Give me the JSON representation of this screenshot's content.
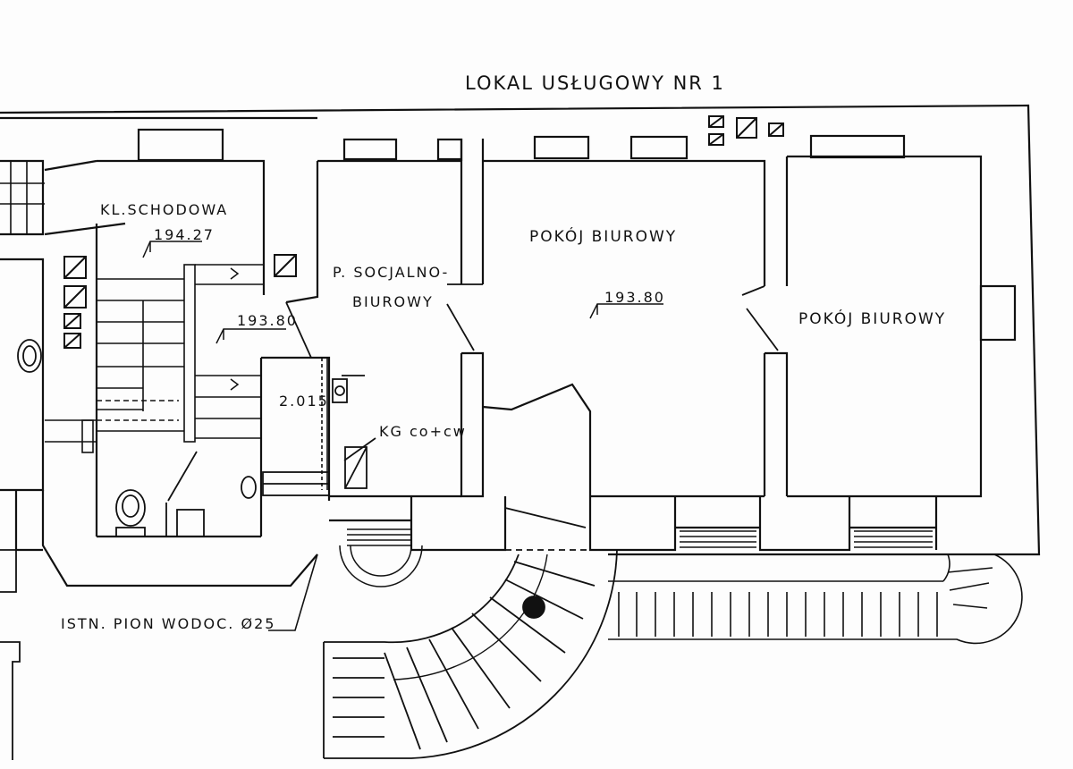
{
  "plan": {
    "title": "LOKAL USŁUGOWY NR 1",
    "rooms": {
      "stairwell": "KL.SCHODOWA",
      "stairwell_level": "194.27",
      "social_line1": "P. SOCJALNO-",
      "social_line2": "BIUROWY",
      "office_center": "POKÓJ BIUROWY",
      "office_center_level": "193.80",
      "office_right": "POKÓJ BIUROWY",
      "landing_level": "193.80",
      "small_room": "2.015",
      "gas_meter": "KG co+cw"
    },
    "notes": {
      "water_riser": "ISTN. PION WODOC. Ø25"
    }
  },
  "colors": {
    "ink": "#111111",
    "paper": "#fdfdfd"
  }
}
